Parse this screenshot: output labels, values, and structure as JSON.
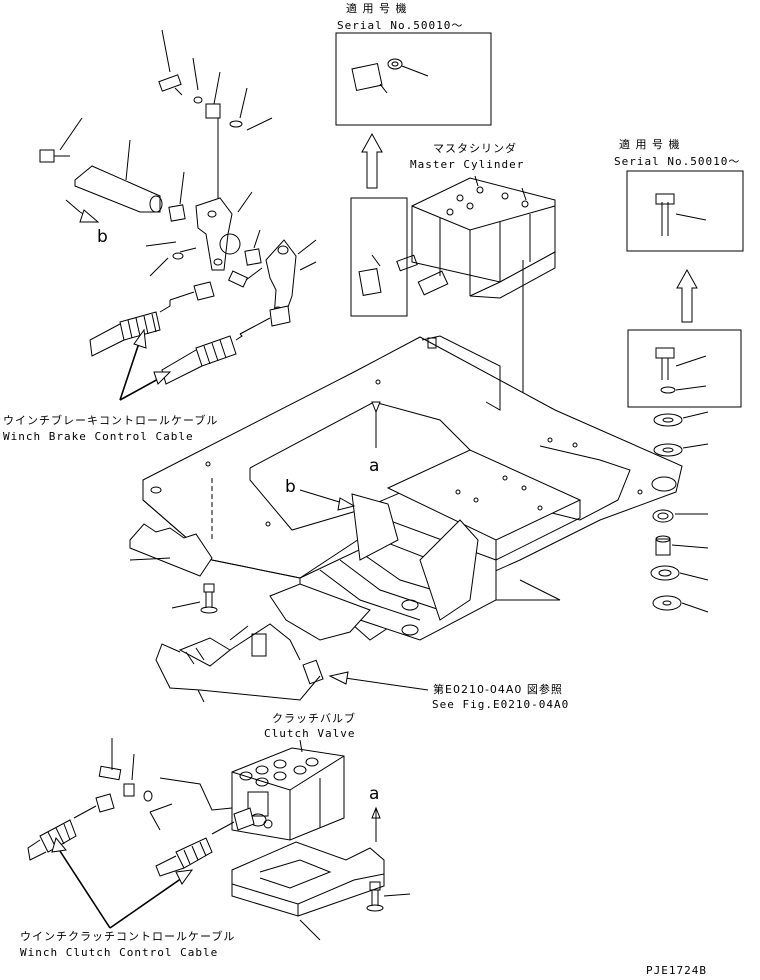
{
  "callout_top": {
    "title_jp": "適 用 号 機",
    "serial": "Serial No.50010～"
  },
  "callout_right": {
    "title_jp": "適 用 号 機",
    "serial": "Serial No.50010～"
  },
  "master_cylinder": {
    "jp": "マスタシリンダ",
    "en": "Master Cylinder"
  },
  "winch_brake_cable": {
    "jp": "ウインチブレーキコントロールケーブル",
    "en": "Winch Brake Control Cable"
  },
  "clutch_valve": {
    "jp": "クラッチバルブ",
    "en": "Clutch Valve"
  },
  "see_fig": {
    "jp": "第E0210-04A0 図参照",
    "en": "See Fig.E0210-04A0"
  },
  "winch_clutch_cable": {
    "jp": "ウインチクラッチコントロールケーブル",
    "en": "Winch Clutch Control Cable"
  },
  "markers": {
    "a": "a",
    "b": "b"
  },
  "drawing_code": "PJE1724B"
}
